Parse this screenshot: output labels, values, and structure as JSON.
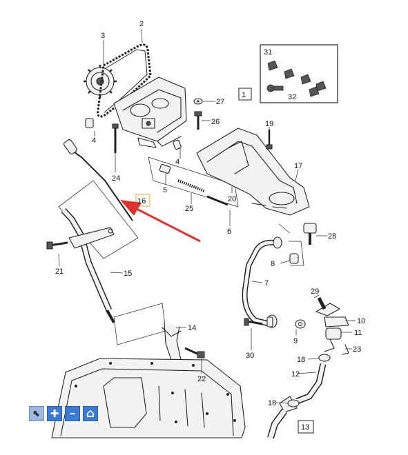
{
  "diagram": {
    "callouts": {
      "c1": "1",
      "c2": "2",
      "c3": "3",
      "c4a": "4",
      "c4b": "4",
      "c5": "5",
      "c6": "6",
      "c7": "7",
      "c8": "8",
      "c9": "9",
      "c10": "10",
      "c11": "11",
      "c12": "12",
      "c13": "13",
      "c14": "14",
      "c15": "15",
      "c16": "16",
      "c17": "17",
      "c18a": "18",
      "c18b": "18",
      "c19": "19",
      "c20": "20",
      "c21": "21",
      "c22": "22",
      "c23": "23",
      "c24": "24",
      "c25": "25",
      "c26": "26",
      "c27": "27",
      "c28": "28",
      "c29": "29",
      "c30": "30",
      "c31": "31",
      "c32": "32"
    },
    "highlight_color": "#e03030",
    "highlight_box_color": "#e8b060"
  },
  "toolbar": {
    "buttons": [
      {
        "name": "select-tool-button",
        "icon": "cursor-icon",
        "glyph": "⬉"
      },
      {
        "name": "zoom-in-button",
        "icon": "plus-icon",
        "glyph": "✚"
      },
      {
        "name": "zoom-out-button",
        "icon": "minus-icon",
        "glyph": "━"
      },
      {
        "name": "home-button",
        "icon": "home-icon",
        "glyph": "⌂"
      }
    ],
    "color": "#3a7bd5"
  }
}
